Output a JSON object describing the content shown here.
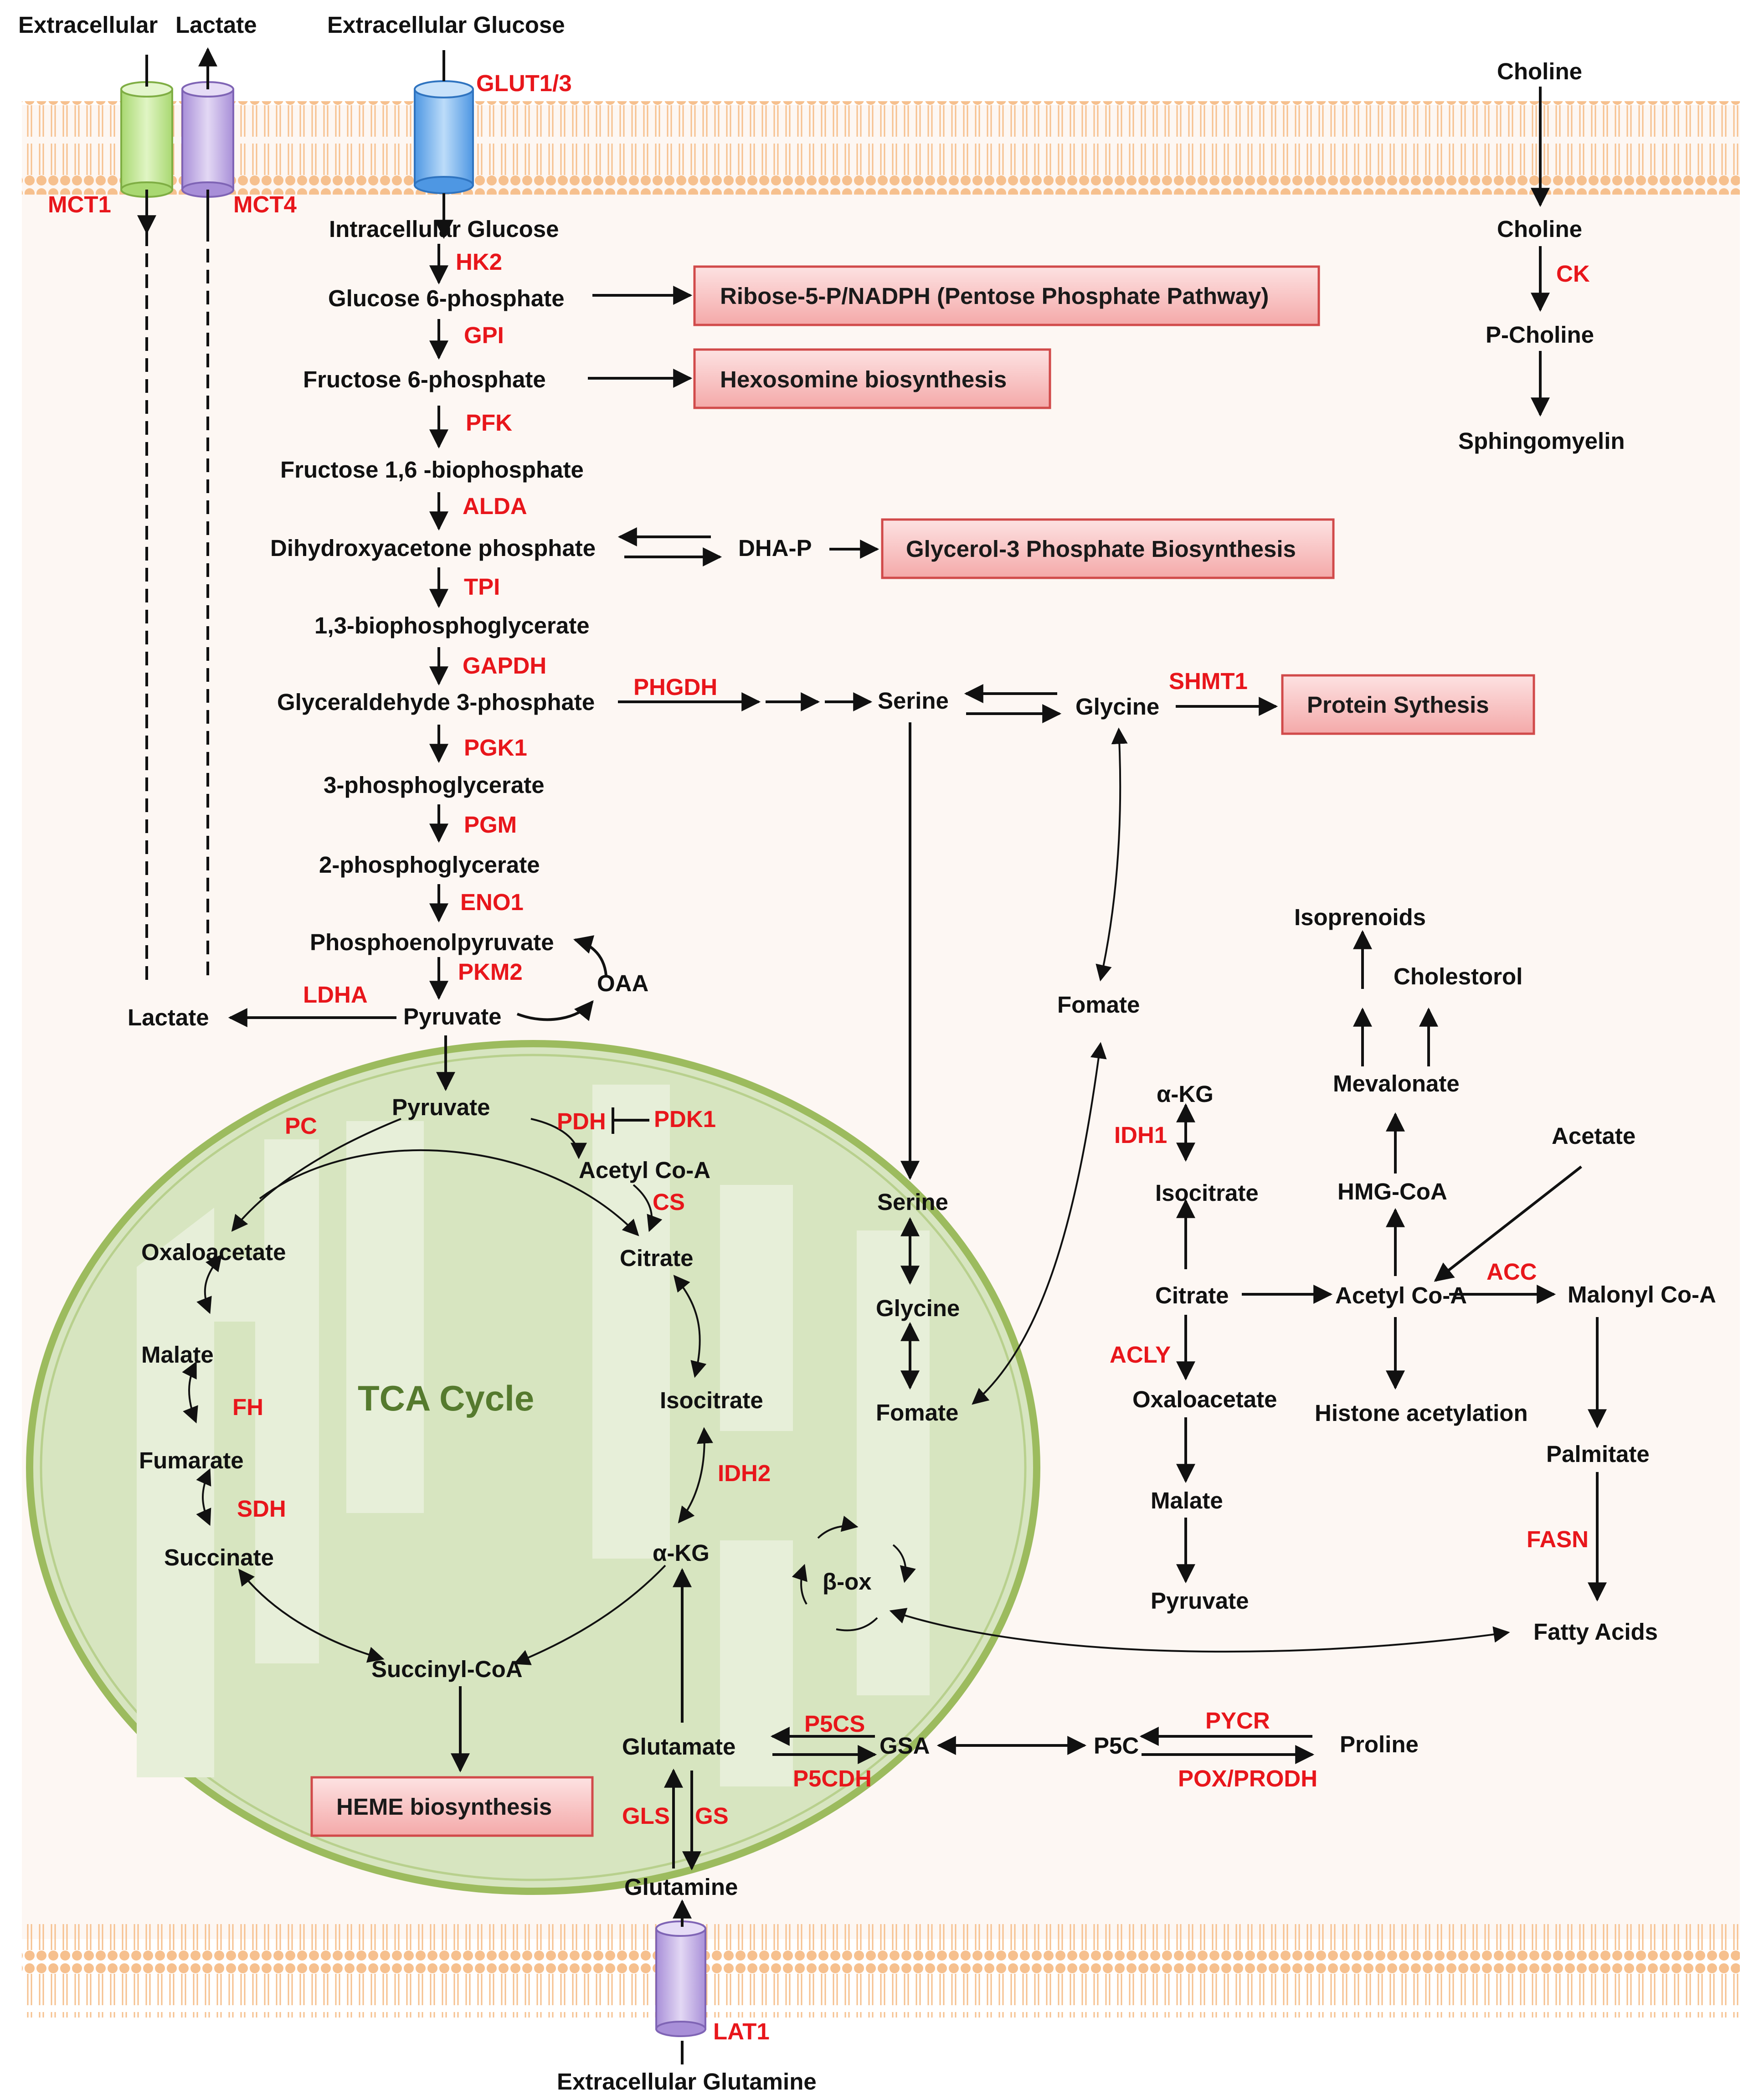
{
  "labels": {
    "ext_lactate_in": "Extracellular",
    "ext_lactate_out": "Lactate",
    "ext_glucose": "Extracellular Glucose",
    "choline_ext": "Choline",
    "intracellular_glucose": "Intracellular Glucose",
    "g6p": "Glucose  6-phosphate",
    "f6p": "Fructose  6-phosphate",
    "f16bp": "Fructose 1,6 -biophosphate",
    "dhap": "Dihydroxyacetone phosphate",
    "dhap_short": "DHA-P",
    "bpg13": "1,3-biophosphoglycerate",
    "g3p": "Glyceraldehyde 3-phosphate",
    "pg3": "3-phosphoglycerate",
    "pg2": "2-phosphoglycerate",
    "pep": "Phosphoenolpyruvate",
    "oaa": "OAA",
    "pyruvate": "Pyruvate",
    "lactate": "Lactate",
    "serine": "Serine",
    "glycine": "Glycine",
    "fomate": "Fomate",
    "choline": "Choline",
    "p_choline": "P-Choline",
    "sphingomyelin": "Sphingomyelin",
    "isoprenoids": "Isoprenoids",
    "cholestorol": "Cholestorol",
    "mevalonate": "Mevalonate",
    "hmg_coa": "HMG-CoA",
    "acetate": "Acetate",
    "akg_cyto": "α-KG",
    "isocitrate_cyto": "Isocitrate",
    "citrate_cyto": "Citrate",
    "acetyl_coa_cyto": "Acetyl Co-A",
    "malonyl_coa": "Malonyl Co-A",
    "oxaloacetate_cyto": "Oxaloacetate",
    "histone_acetylation": "Histone acetylation",
    "palmitate": "Palmitate",
    "malate_cyto": "Malate",
    "pyruvate_cyto": "Pyruvate",
    "fatty_acids": "Fatty Acids",
    "mito_pyruvate": "Pyruvate",
    "mito_acetyl_coa": "Acetyl Co-A",
    "mito_citrate": "Citrate",
    "mito_oxaloacetate": "Oxaloacetate",
    "mito_malate": "Malate",
    "mito_fumarate": "Fumarate",
    "mito_succinate": "Succinate",
    "mito_succinyl_coa": "Succinyl-CoA",
    "mito_isocitrate": "Isocitrate",
    "mito_akg": "α-KG",
    "mito_serine": "Serine",
    "mito_glycine": "Glycine",
    "mito_fomate": "Fomate",
    "beta_ox": "β-ox",
    "tca_cycle": "TCA Cycle",
    "glutamate": "Glutamate",
    "gsa": "GSA",
    "p5c": "P5C",
    "proline": "Proline",
    "glutamine": "Glutamine",
    "ext_glutamine": "Extracellular  Glutamine"
  },
  "enzymes": {
    "mct1": "MCT1",
    "mct4": "MCT4",
    "glut": "GLUT1/3",
    "hk2": "HK2",
    "gpi": "GPI",
    "pfk": "PFK",
    "alda": "ALDA",
    "tpi": "TPI",
    "gapdh": "GAPDH",
    "pgk1": "PGK1",
    "pgm": "PGM",
    "eno1": "ENO1",
    "pkm2": "PKM2",
    "ldha": "LDHA",
    "phgdh": "PHGDH",
    "shmt1": "SHMT1",
    "ck": "CK",
    "pc": "PC",
    "pdh": "PDH",
    "pdk1": "PDK1",
    "cs": "CS",
    "fh": "FH",
    "sdh": "SDH",
    "idh2": "IDH2",
    "idh1": "IDH1",
    "acly": "ACLY",
    "acc": "ACC",
    "fasn": "FASN",
    "p5cs": "P5CS",
    "p5cdh": "P5CDH",
    "pycr": "PYCR",
    "pox": "POX/PRODH",
    "gls": "GLS",
    "gs": "GS",
    "lat1": "LAT1"
  },
  "boxes": {
    "ppp": "Ribose-5-P/NADPH (Pentose Phosphate Pathway)",
    "hexosamine": "Hexosomine biosynthesis",
    "glycerol3p": "Glycerol-3 Phosphate Biosynthesis",
    "protein": "Protein Sythesis",
    "heme": "HEME  biosynthesis"
  },
  "colors": {
    "enzyme_text": "#e8161b",
    "membrane": "#f6c08e",
    "mitochondrion_fill": "#d7e5c0",
    "mitochondrion_border": "#9cbb5e",
    "box_fill": "#f7b9b9",
    "box_border": "#d14a4a",
    "mct1_transporter": "#c9eb9a",
    "mct4_transporter": "#c9b3e6",
    "glut_transporter": "#8cc0f2",
    "lat1_transporter": "#c9b3e6"
  }
}
